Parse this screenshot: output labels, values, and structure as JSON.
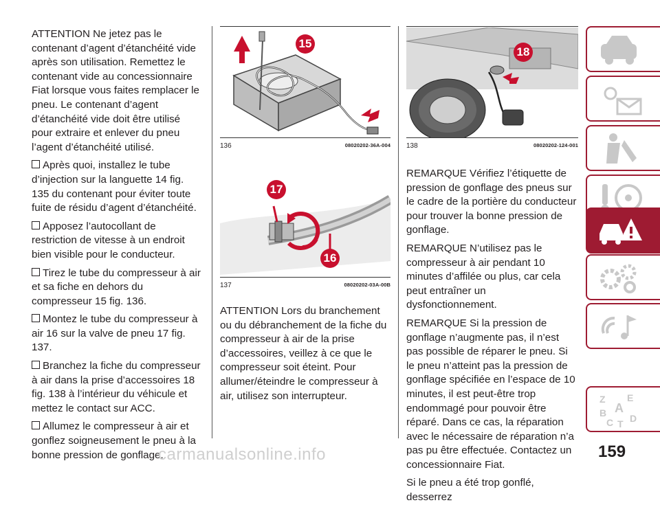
{
  "col1": {
    "p1": "ATTENTION Ne jetez pas le contenant d’agent d’étanchéité vide après son utilisation. Remettez le contenant vide au concessionnaire Fiat lorsque vous faites remplacer le pneu. Le contenant d’agent d’étanchéité vide doit être utilisé pour extraire et enlever du pneu l’agent d’étanchéité utilisé.",
    "bullets": [
      "Après quoi, installez le tube d’injection sur la languette 14 fig. 135 du contenant pour éviter toute fuite de résidu d’agent d’étanchéité.",
      "Apposez l’autocollant de restriction de vitesse à un endroit bien visible pour le conducteur.",
      "Tirez le tube du compresseur à air et sa fiche en dehors du compresseur 15 fig. 136.",
      "Montez le tube du compresseur à air 16 sur la valve de pneu 17 fig. 137.",
      "Branchez la fiche du compresseur à air dans la prise d’accessoires 18 fig. 138 à l’intérieur du véhicule et mettez le contact sur ACC.",
      "Allumez le compresseur à air et gonflez soigneusement le pneu à la bonne pression de gonflage."
    ]
  },
  "col2": {
    "p1": "ATTENTION Lors du branchement ou du débranchement de la fiche du compresseur à air de la prise d’accessoires, veillez à ce que le compresseur soit éteint. Pour allumer/éteindre le compresseur à air, utilisez son interrupteur."
  },
  "col3": {
    "paras": [
      "REMARQUE Vérifiez l’étiquette de pression de gonflage des pneus sur le cadre de la portière du conducteur pour trouver la bonne pression de gonflage.",
      "REMARQUE N’utilisez pas le compresseur à air pendant 10 minutes d’affilée ou plus, car cela peut entraîner un dysfonctionnement.",
      "REMARQUE Si la pression de gonflage n’augmente pas, il n’est pas possible de réparer le pneu. Si le pneu n’atteint pas la pression de gonflage spécifiée en l’espace de 10 minutes, il est peut-être trop endommagé pour pouvoir être réparé. Dans ce cas, la réparation avec le nécessaire de réparation n’a pas pu être effectuée. Contactez un concessionnaire Fiat.",
      "Si le pneu a été trop gonflé, desserrez"
    ]
  },
  "figures": [
    {
      "num": "136",
      "ref": "08020202-36A-004",
      "callout": "15"
    },
    {
      "num": "137",
      "ref": "08020202-03A-00B",
      "callout_a": "17",
      "callout_b": "16"
    },
    {
      "num": "138",
      "ref": "08020202-124-001",
      "callout": "18"
    }
  ],
  "side_tabs": [
    {
      "icon": "car-dashboard-icon",
      "active": false
    },
    {
      "icon": "warning-lights-message-icon",
      "active": false
    },
    {
      "icon": "seat-airbag-icon",
      "active": false
    },
    {
      "icon": "key-steering-wheel-icon",
      "active": false
    },
    {
      "icon": "emergency-breakdown-icon",
      "active": true
    },
    {
      "icon": "maintenance-tools-icon",
      "active": false
    },
    {
      "icon": "multimedia-music-icon",
      "active": false
    },
    {
      "icon": "alphabetical-index-icon",
      "active": false
    }
  ],
  "index_letters": [
    "Z",
    "E",
    "A",
    "B",
    "C",
    "T",
    "D"
  ],
  "colors": {
    "brand_red": "#9e1b32",
    "tab_icon_gray": "#c8c8c8",
    "figure_red": "#c8102e"
  },
  "page_number": "159",
  "watermark": "carmanualsonline.info"
}
